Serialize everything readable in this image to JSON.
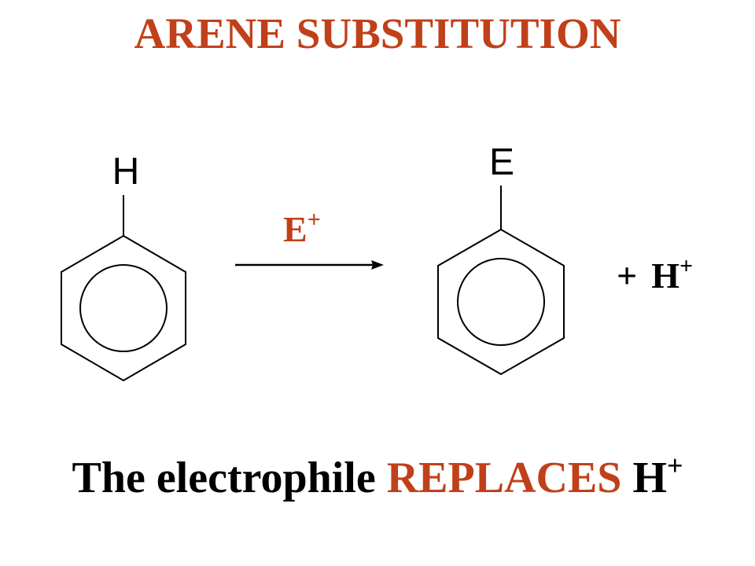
{
  "slide": {
    "title": "ARENE  SUBSTITUTION",
    "reactant": {
      "substituent": "H"
    },
    "reagent": {
      "symbol": "E",
      "charge": "+"
    },
    "product": {
      "substituent": "E"
    },
    "byproduct": {
      "plus": "+",
      "symbol": "H",
      "charge": "+"
    },
    "caption": {
      "part1": "The electrophile ",
      "emphasis": "REPLACES",
      "part2": " H",
      "charge": "+"
    }
  },
  "colors": {
    "accent": "#c0401a",
    "text": "#000000",
    "background": "#ffffff"
  }
}
